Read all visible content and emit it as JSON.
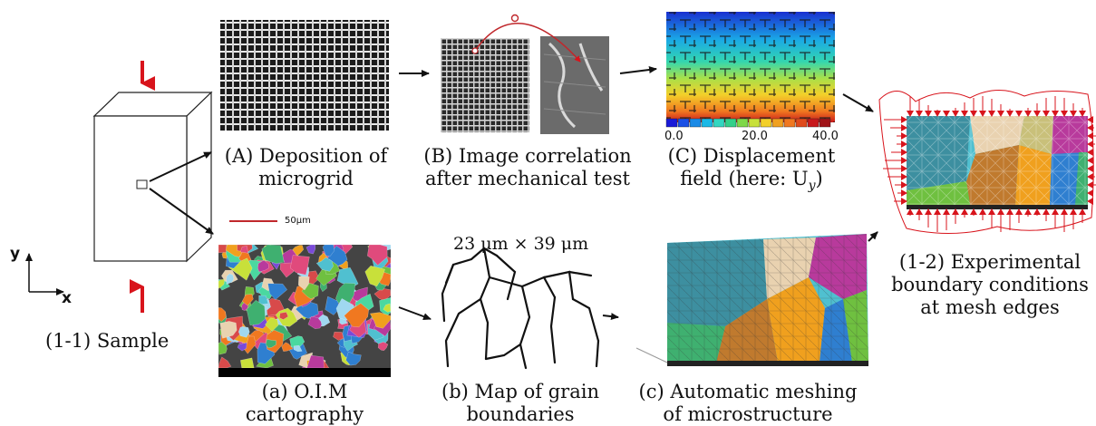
{
  "captions": {
    "sample": "(1-1) Sample",
    "a_line1": "(A) Deposition of",
    "a_line2": "microgrid",
    "b_line1": "(B) Image correlation",
    "b_line2": "after mechanical test",
    "c_line1": "(C) Displacement",
    "c_line2": "field (here: U",
    "c_line2_sub": "y",
    "c_line2_end": ")",
    "oim_line1": "(a) O.I.M",
    "oim_line2": "cartography",
    "map_line1": "(b) Map of grain",
    "map_line2": "boundaries",
    "mesh_line1": "(c) Automatic meshing",
    "mesh_line2": "of microstructure",
    "bc_line1": "(1-2) Experimental",
    "bc_line2": "boundary conditions",
    "bc_line3": "at mesh edges"
  },
  "axes": {
    "y_label": "y",
    "x_label": "x"
  },
  "oim_scale_label": "50μm",
  "dimensions_label": "23 μm × 39 μm",
  "colorbar": {
    "labels": [
      "0.0",
      "20.0",
      "40.0"
    ]
  },
  "colors": {
    "arrow_red": "#d8141c",
    "arrow_black": "#111111",
    "grid_dark": "#3a3a3a"
  }
}
